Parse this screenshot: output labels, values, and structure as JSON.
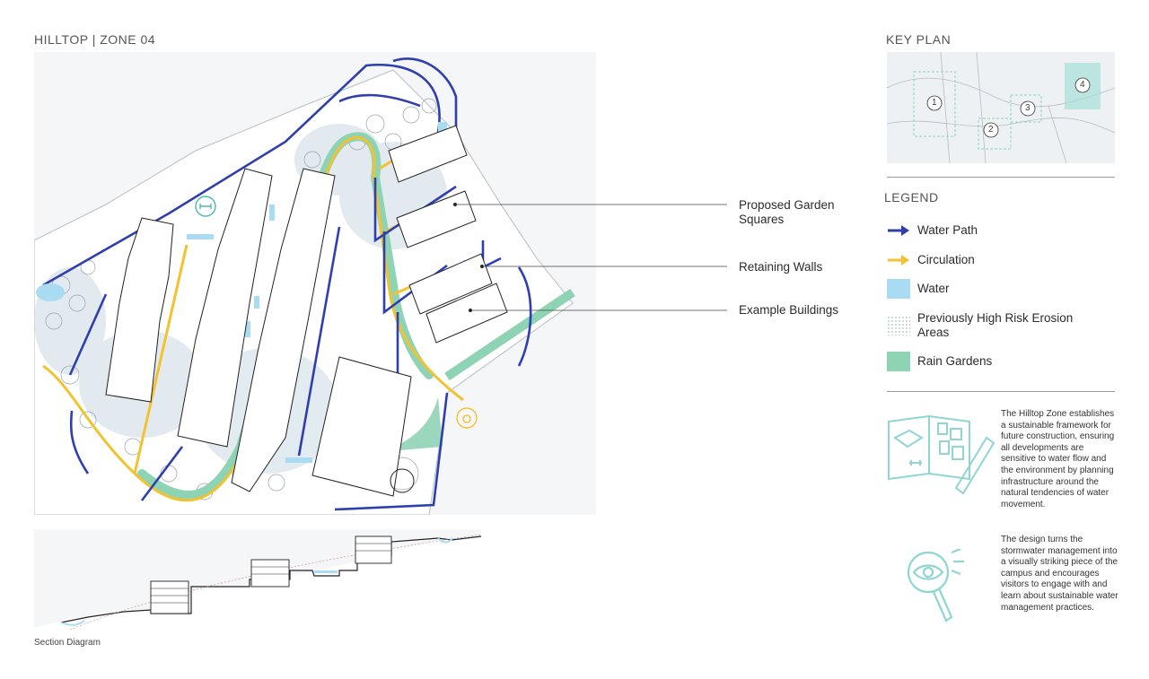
{
  "header": {
    "title": "HILLTOP | ZONE 04"
  },
  "callouts": [
    {
      "label": "Proposed Garden\nSquares"
    },
    {
      "label": "Retaining Walls"
    },
    {
      "label": "Example Buildings"
    }
  ],
  "key_plan": {
    "title": "KEY PLAN",
    "zones": [
      "1",
      "2",
      "3",
      "4"
    ]
  },
  "legend": {
    "title": "LEGEND",
    "items": [
      {
        "label": "Water Path",
        "icon": "arrow",
        "color": "#2f3fae"
      },
      {
        "label": "Circulation",
        "icon": "arrow",
        "color": "#f2c230"
      },
      {
        "label": "Water",
        "icon": "swatch",
        "color": "#a9dcf3"
      },
      {
        "label": "Previously High Risk Erosion\nAreas",
        "icon": "stipple",
        "color": "#c9d6de"
      },
      {
        "label": "Rain Gardens",
        "icon": "swatch",
        "color": "#8fd3b5"
      }
    ]
  },
  "descriptions": [
    {
      "icon": "book-plan-ruler-icon",
      "text": "The Hilltop Zone establishes a sustainable framework for future construction, ensuring all developments are sensitive to water flow and the environment by planning infrastructure around the natural tendencies of water movement."
    },
    {
      "icon": "magnifier-eye-icon",
      "text": "The design turns the stormwater management into a visually striking piece of the campus and encourages visitors to engage with and learn about sustainable water management practices."
    }
  ],
  "section": {
    "label": "Section Diagram"
  },
  "colors": {
    "water_path": "#2f3fae",
    "circulation": "#f2c230",
    "water": "#a9dcf3",
    "rain_garden": "#8fd3b5",
    "accent_teal": "#4cb8b2",
    "icon_line": "#8fd6d2"
  }
}
